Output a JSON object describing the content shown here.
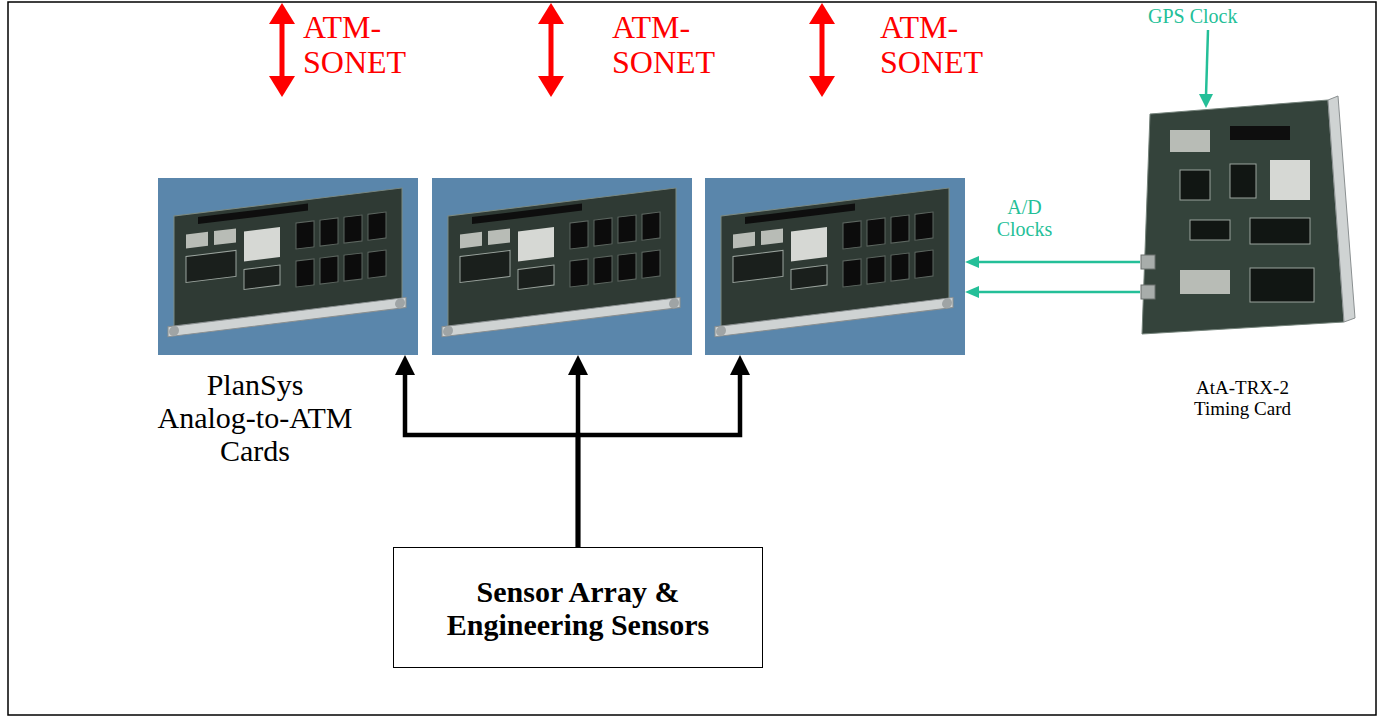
{
  "diagram": {
    "nodes": [
      {
        "text": []
      },
      {
        "text": []
      },
      {
        "text": []
      },
      {
        "text": [
          "AtA-TRX-2 Timing Card"
        ]
      },
      {
        "text": [
          "Sensor Array & Engineering Sensors"
        ]
      }
    ],
    "edges": [
      {
        "from": 3,
        "to": 2,
        "arrow": "to",
        "label": "A/D Clocks"
      },
      {
        "from": 3,
        "to": 2,
        "arrow": "to"
      },
      {
        "from": 4,
        "to": 0,
        "arrow": "to"
      },
      {
        "from": 4,
        "to": 1,
        "arrow": "to"
      },
      {
        "from": 4,
        "to": 2,
        "arrow": "to"
      }
    ],
    "labels": [
      "ATM- SONET",
      "ATM- SONET",
      "ATM- SONET",
      "GPS Clock",
      "PlanSys Analog-to-ATM Cards"
    ]
  }
}
